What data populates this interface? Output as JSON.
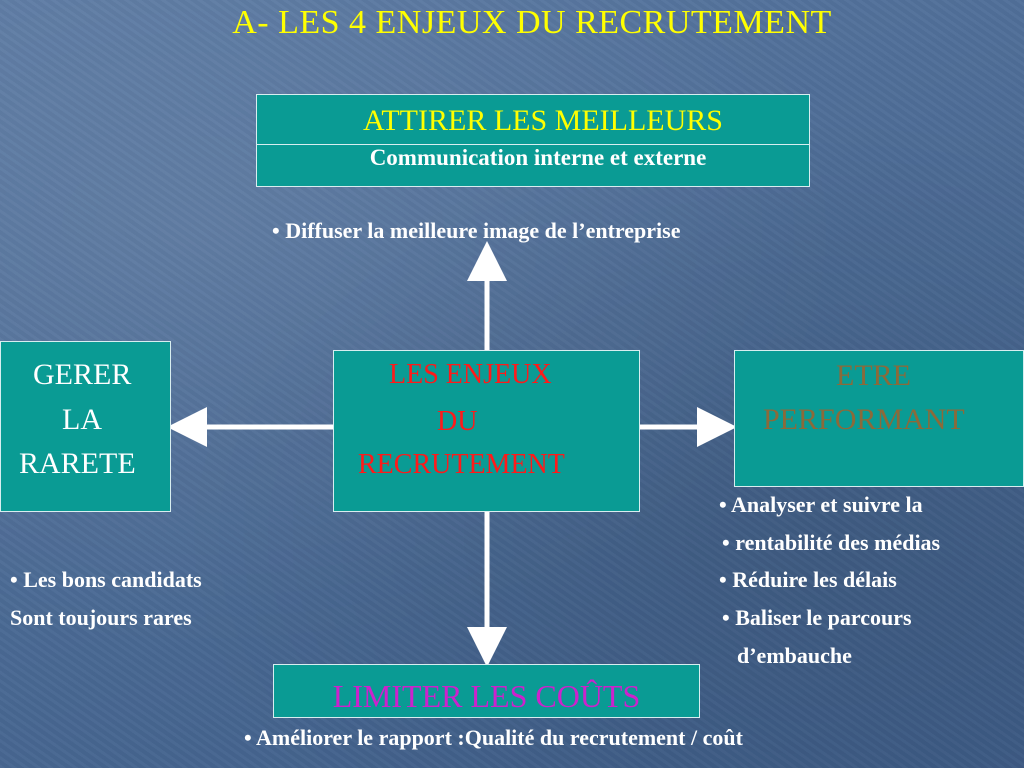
{
  "title": "A- LES 4 ENJEUX DU RECRUTEMENT",
  "top": {
    "heading": "ATTIRER LES MEILLEURS",
    "subheading": "Communication interne et externe",
    "bullet": "• Diffuser la meilleure image de l’entreprise"
  },
  "center": {
    "line1": "LES ENJEUX",
    "line2": "DU",
    "line3": "RECRUTEMENT"
  },
  "left": {
    "line1": "GERER",
    "line2": "LA",
    "line3": "RARETE",
    "bullet1": "• Les bons candidats",
    "bullet2": "Sont toujours rares"
  },
  "right": {
    "line1": "ETRE",
    "line2": "PERFORMANT",
    "bullets": [
      "• Analyser et suivre la",
      "• rentabilité des médias",
      "• Réduire les délais",
      "• Baliser le parcours",
      "d’embauche"
    ]
  },
  "bottom": {
    "heading": "LIMITER LES COÛTS",
    "bullet": "• Améliorer le rapport :Qualité du recrutement / coût"
  }
}
